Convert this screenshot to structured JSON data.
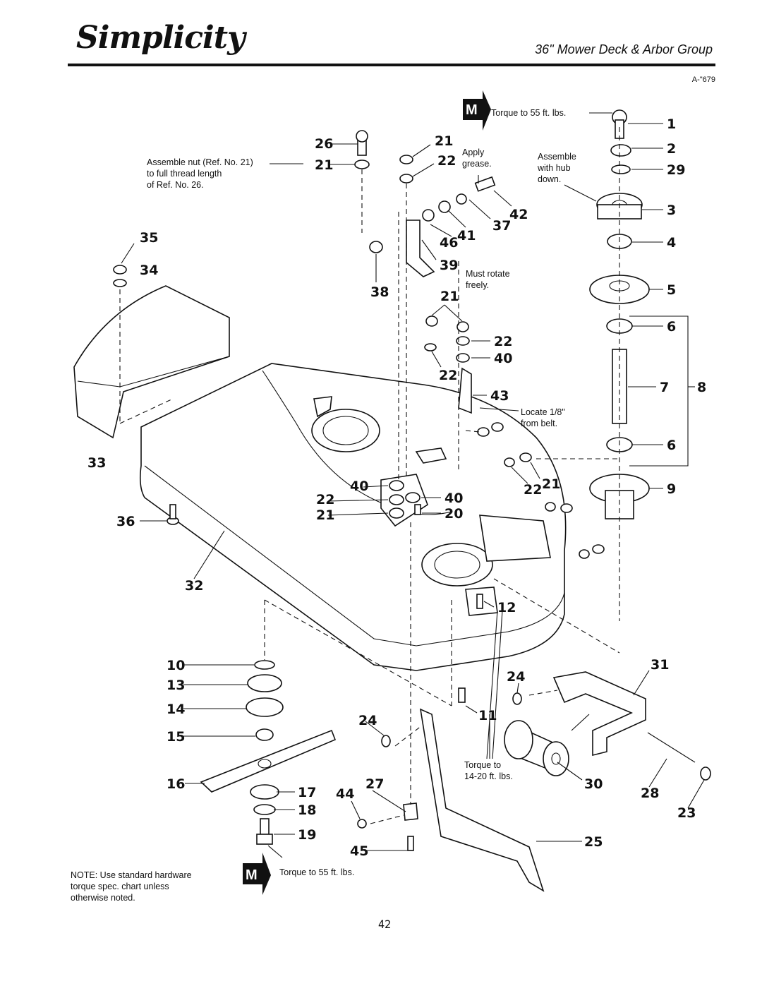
{
  "header": {
    "brand": "Simplicity",
    "title": "36\" Mower Deck & Arbor Group",
    "figure_code": "A-\"679"
  },
  "notes": {
    "torque_top": "Torque to 55 ft. lbs.",
    "assemble_nut_1": "Assemble nut (Ref. No. 21)",
    "assemble_nut_2": "to full thread length",
    "assemble_nut_3": "of Ref. No. 26.",
    "apply_grease_1": "Apply",
    "apply_grease_2": "grease.",
    "assemble_hub_1": "Assemble",
    "assemble_hub_2": "with hub",
    "assemble_hub_3": "down.",
    "must_rotate_1": "Must rotate",
    "must_rotate_2": "freely.",
    "locate_1": "Locate 1/8\"",
    "locate_2": "from belt.",
    "torque_14_1": "Torque to",
    "torque_14_2": "14-20 ft. lbs.",
    "torque_bottom": "Torque to 55 ft. lbs.",
    "footnote_1": "NOTE: Use standard hardware",
    "footnote_2": "torque spec. chart unless",
    "footnote_3": "otherwise noted."
  },
  "markers": {
    "m_label": "M"
  },
  "callouts": {
    "c1": "1",
    "c2": "2",
    "c29": "29",
    "c3": "3",
    "c4": "4",
    "c5": "5",
    "c6a": "6",
    "c7": "7",
    "c8": "8",
    "c6b": "6",
    "c9": "9",
    "c26": "26",
    "c21a": "21",
    "c21b": "21",
    "c22a": "22",
    "c42": "42",
    "c37": "37",
    "c41": "41",
    "c46": "46",
    "c39": "39",
    "c38": "38",
    "c35": "35",
    "c34": "34",
    "c21c": "21",
    "c22b": "22",
    "c40a": "40",
    "c22c": "22",
    "c43": "43",
    "c22d": "22",
    "c21d": "21",
    "c40b": "40",
    "c22e": "22",
    "c40c": "40",
    "c21e": "21",
    "c20": "20",
    "c33": "33",
    "c36": "36",
    "c32": "32",
    "c12": "12",
    "c10": "10",
    "c13": "13",
    "c14": "14",
    "c15": "15",
    "c16": "16",
    "c17": "17",
    "c18": "18",
    "c19": "19",
    "c24a": "24",
    "c24b": "24",
    "c11": "11",
    "c31": "31",
    "c27": "27",
    "c44": "44",
    "c30": "30",
    "c28": "28",
    "c23": "23",
    "c45": "45",
    "c25": "25"
  },
  "footer": {
    "page_number": "42"
  }
}
